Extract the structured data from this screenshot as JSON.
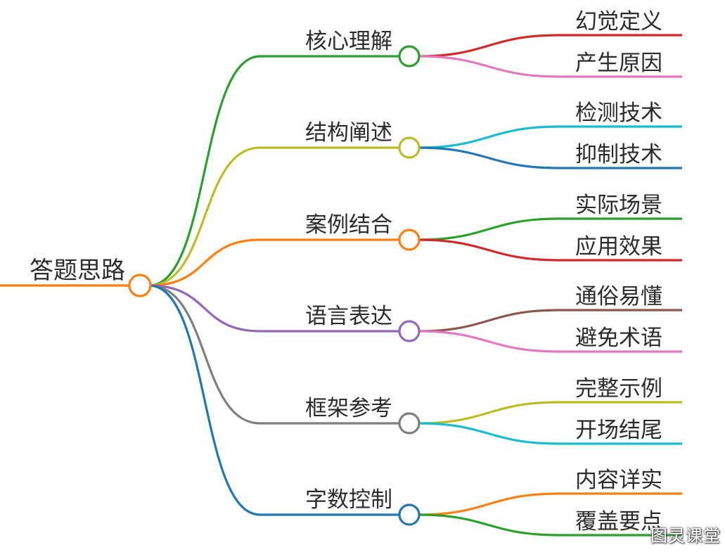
{
  "root": {
    "label": "答题思路",
    "color": "#ff7f0e"
  },
  "branches": [
    {
      "label": "核心理解",
      "color": "#2ca02c",
      "children": [
        {
          "label": "幻觉定义",
          "color": "#d62728"
        },
        {
          "label": "产生原因",
          "color": "#e377c2"
        }
      ]
    },
    {
      "label": "结构阐述",
      "color": "#bcbd22",
      "children": [
        {
          "label": "检测技术",
          "color": "#17becf"
        },
        {
          "label": "抑制技术",
          "color": "#1f77b4"
        }
      ]
    },
    {
      "label": "案例结合",
      "color": "#ff7f0e",
      "children": [
        {
          "label": "实际场景",
          "color": "#2ca02c"
        },
        {
          "label": "应用效果",
          "color": "#d62728"
        }
      ]
    },
    {
      "label": "语言表达",
      "color": "#9467bd",
      "children": [
        {
          "label": "通俗易懂",
          "color": "#8c564b"
        },
        {
          "label": "避免术语",
          "color": "#e377c2"
        }
      ]
    },
    {
      "label": "框架参考",
      "color": "#7f7f7f",
      "children": [
        {
          "label": "完整示例",
          "color": "#bcbd22"
        },
        {
          "label": "开场结尾",
          "color": "#17becf"
        }
      ]
    },
    {
      "label": "字数控制",
      "color": "#1f77b4",
      "children": [
        {
          "label": "内容详实",
          "color": "#ff7f0e"
        },
        {
          "label": "覆盖要点",
          "color": "#2ca02c"
        }
      ]
    }
  ],
  "watermark": "图灵课堂"
}
